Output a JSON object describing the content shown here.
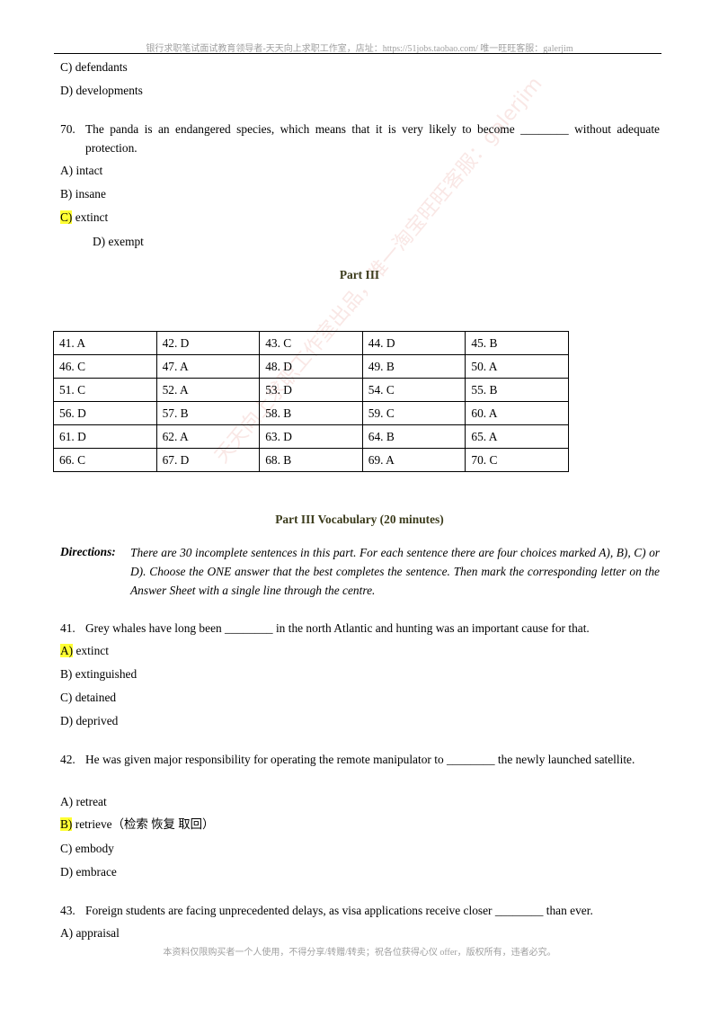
{
  "header": {
    "text": "银行求职笔试面试教育领导者-天天向上求职工作室，店址：https://51jobs.taobao.com/  唯一旺旺客服：galerjim"
  },
  "prev_options": [
    {
      "text": "C) defendants"
    },
    {
      "text": "D) developments"
    }
  ],
  "q70": {
    "number": "70.",
    "text": "The panda is an endangered species, which means that it is very likely to become ________ without adequate protection.",
    "options": [
      {
        "letter": "A)",
        "text": " intact"
      },
      {
        "letter": "B)",
        "text": " insane"
      },
      {
        "letter": "C)",
        "text": " extinct"
      },
      {
        "letter": "D)",
        "text": " exempt"
      }
    ]
  },
  "part3_title": "Part III",
  "answer_table": [
    [
      "41.  A",
      "42.  D",
      "43.  C",
      "44.  D",
      "45.  B"
    ],
    [
      "46.  C",
      "47.  A",
      "48.  D",
      "49.  B",
      "50.  A"
    ],
    [
      "51.  C",
      "52.  A",
      "53.  D",
      "54.  C",
      "55.  B"
    ],
    [
      "56.  D",
      "57.  B",
      "58.  B",
      "59.  C",
      "60.  A"
    ],
    [
      "61.  D",
      "62.  A",
      "63.  D",
      "64.  B",
      "65.  A"
    ],
    [
      "66.  C",
      "67.  D",
      "68.  B",
      "69.  A",
      "70.  C"
    ]
  ],
  "vocab_title": "Part III Vocabulary (20 minutes)",
  "directions": {
    "label": "Directions:",
    "text": "There are 30 incomplete sentences in this part. For each sentence there are four choices marked A), B), C) or D). Choose the ONE answer that the best completes the sentence. Then mark the corresponding letter on the Answer Sheet with a single line through the centre."
  },
  "q41": {
    "number": "41.",
    "text": "Grey whales have long been ________ in the north Atlantic and hunting was an important cause for that.",
    "options": [
      {
        "letter": "A)",
        "text": " extinct"
      },
      {
        "letter": "B)",
        "text": " extinguished"
      },
      {
        "letter": "C)",
        "text": " detained"
      },
      {
        "letter": "D)",
        "text": " deprived"
      }
    ]
  },
  "q42": {
    "number": "42.",
    "text": "He was given major responsibility for operating the remote manipulator to ________ the newly launched satellite.",
    "options": [
      {
        "letter": "A)",
        "text": " retreat"
      },
      {
        "letter": "B)",
        "text": " retrieve（检索  恢复  取回）"
      },
      {
        "letter": "C)",
        "text": " embody"
      },
      {
        "letter": "D)",
        "text": " embrace"
      }
    ]
  },
  "q43": {
    "number": "43.",
    "text": "Foreign students are facing unprecedented delays, as visa applications receive closer ________ than ever.",
    "options": [
      {
        "letter": "A)",
        "text": " appraisal"
      }
    ]
  },
  "watermark": "天天向上求职工作室出品，唯一淘宝旺旺客服：galerjim",
  "footer": {
    "text": "本资料仅限购买者一个人使用，不得分享/转赠/转卖；祝各位获得心仪 offer，版权所有，违者必究。"
  },
  "colors": {
    "highlight": "#ffff33",
    "title": "#3a3a1a"
  }
}
